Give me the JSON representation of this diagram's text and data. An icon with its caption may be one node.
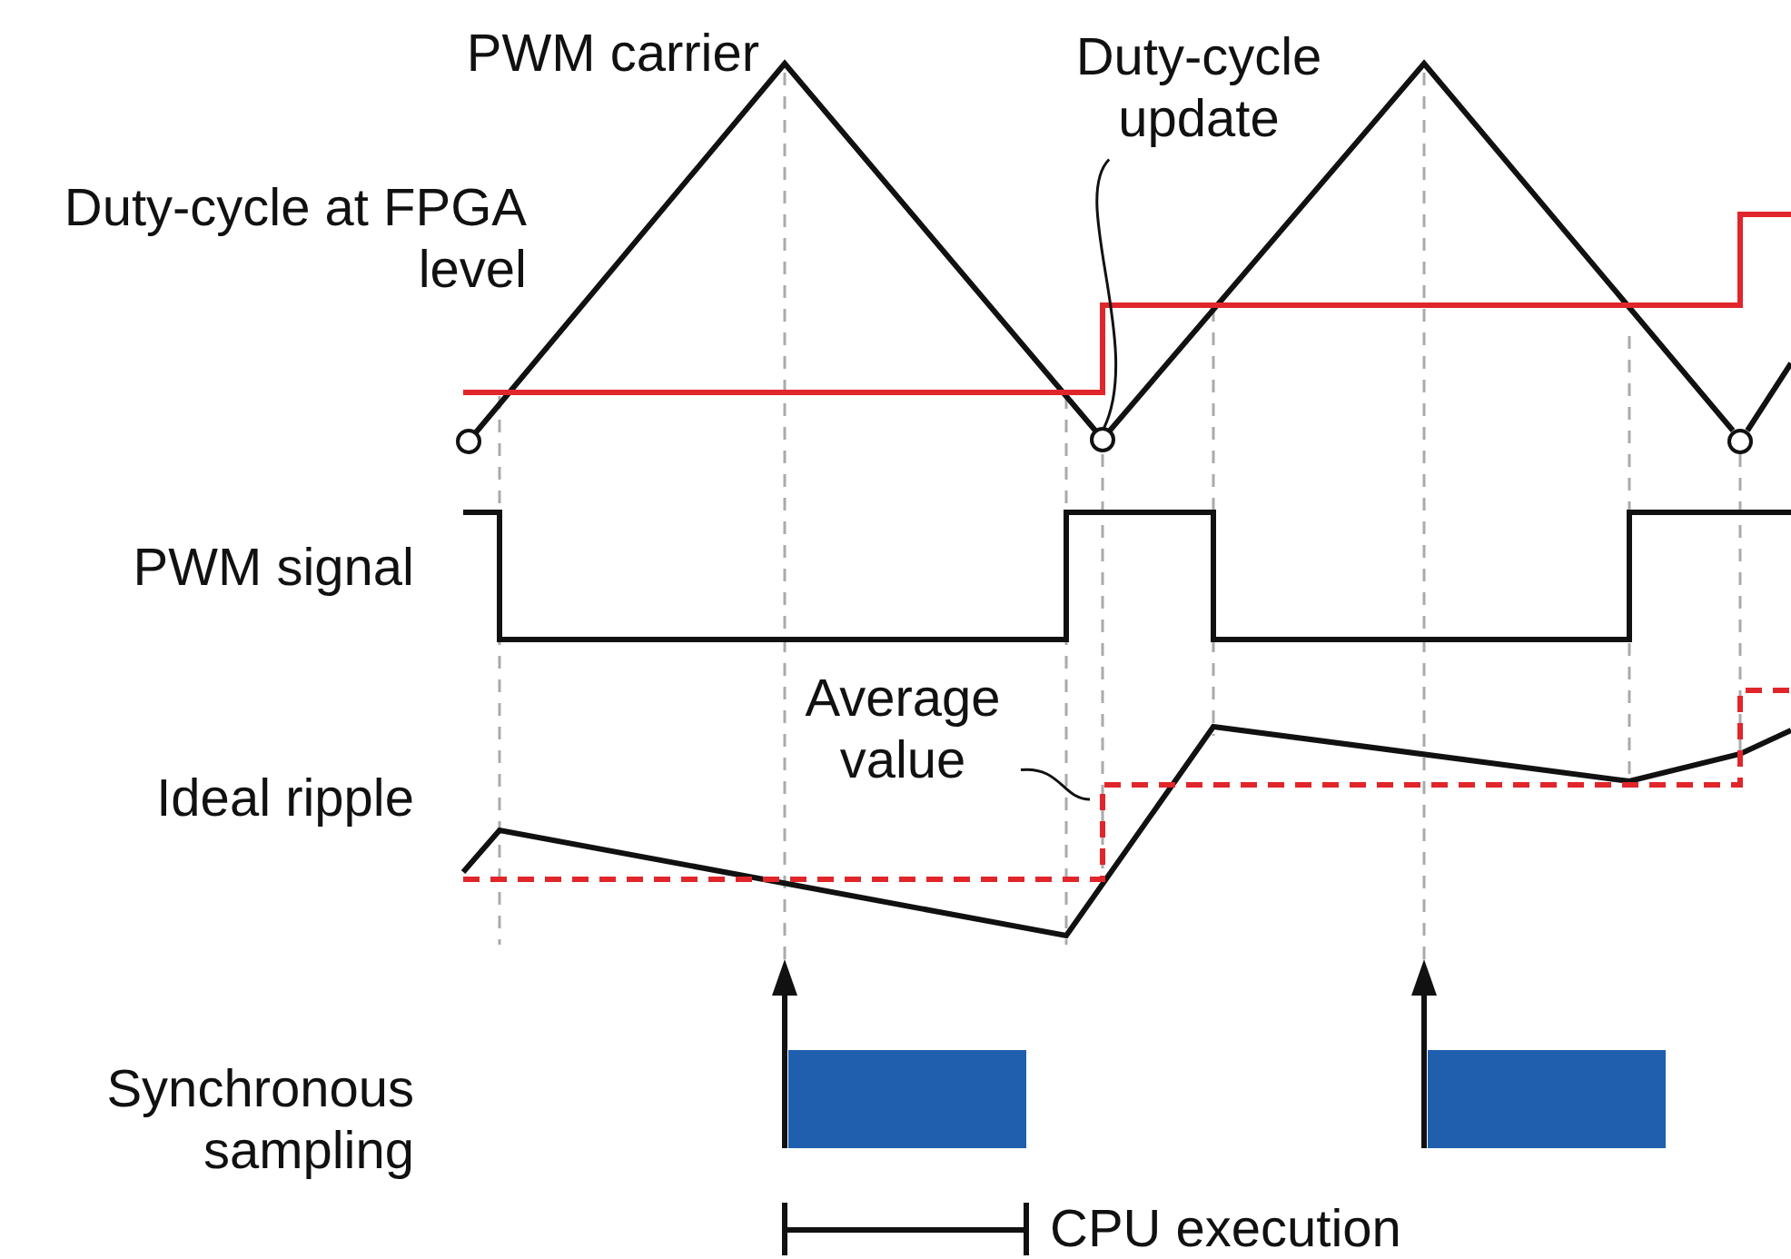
{
  "diagram": {
    "nodes": [
      {
        "text": [
          "Duty-cycle update"
        ]
      },
      {
        "text": [],
        "shape": "circle"
      },
      {
        "text": [],
        "shape": "circle"
      },
      {
        "text": [],
        "shape": "circle"
      },
      {
        "text": [
          "Average value"
        ]
      }
    ],
    "edges": [
      {
        "from": 0,
        "to": 2,
        "arrow": "none"
      },
      {
        "from": 4,
        "to": null,
        "arrow": "none"
      }
    ],
    "labels": [
      "PWM carrier",
      "Duty-cycle at FPGA level",
      "PWM signal",
      "Ideal ripple",
      "Synchronous sampling",
      "CPU execution"
    ]
  }
}
